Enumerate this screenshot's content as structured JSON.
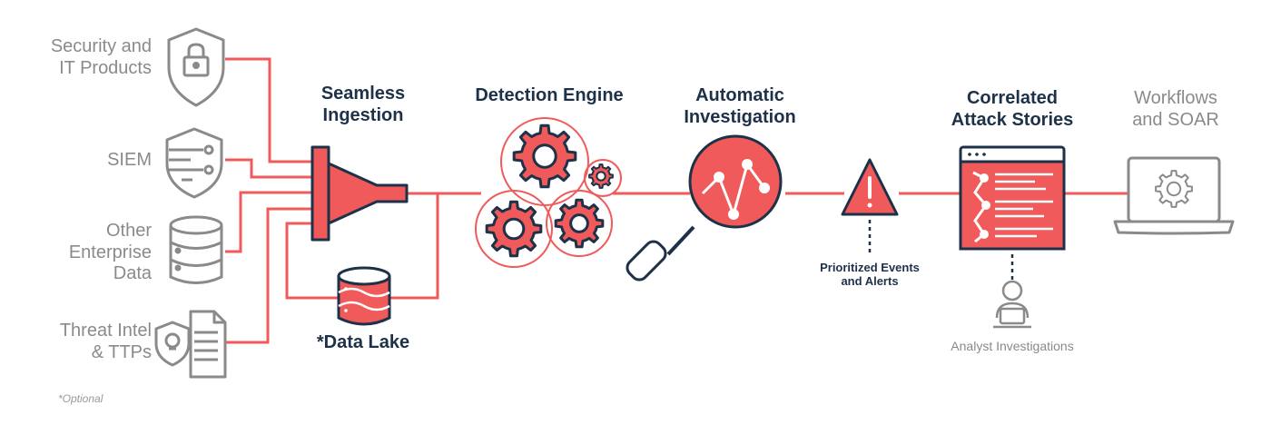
{
  "colors": {
    "accent": "#f05a5a",
    "dark": "#1d3148",
    "gray": "#8a8a8a",
    "light_red": "#f6a0a0"
  },
  "sources": [
    {
      "label": "Security and\nIT Products",
      "icon": "shield-lock-icon"
    },
    {
      "label": "SIEM",
      "icon": "shield-circuit-icon"
    },
    {
      "label": "Other\nEnterprise\nData",
      "icon": "database-icon"
    },
    {
      "label": "Threat Intel\n& TTPs",
      "icon": "threat-document-icon"
    }
  ],
  "stages": {
    "ingestion": "Seamless\nIngestion",
    "detection": "Detection Engine",
    "investigation": "Automatic\nInvestigation",
    "stories": "Correlated\nAttack Stories",
    "workflows": "Workflows\nand SOAR"
  },
  "data_lake": "*Data Lake",
  "prioritized": "Prioritized Events\nand Alerts",
  "analyst": "Analyst Investigations",
  "optional_note": "*Optional"
}
